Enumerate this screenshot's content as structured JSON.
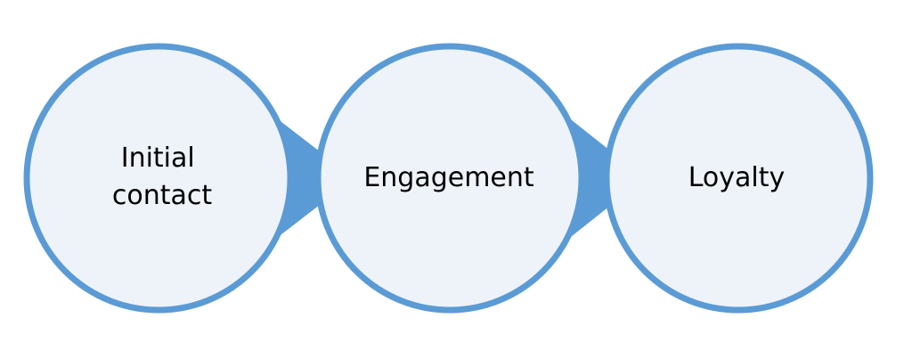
{
  "diagram": {
    "type": "process-flow",
    "colors": {
      "circle_fill": "#EEF3FA",
      "circle_stroke": "#5B9BD5",
      "arrow_fill": "#5B9BD5",
      "text": "#000000"
    },
    "stages": [
      {
        "label_lines": [
          "Initial",
          "contact"
        ]
      },
      {
        "label_lines": [
          "Engagement"
        ]
      },
      {
        "label_lines": [
          "Loyalty"
        ]
      }
    ]
  }
}
